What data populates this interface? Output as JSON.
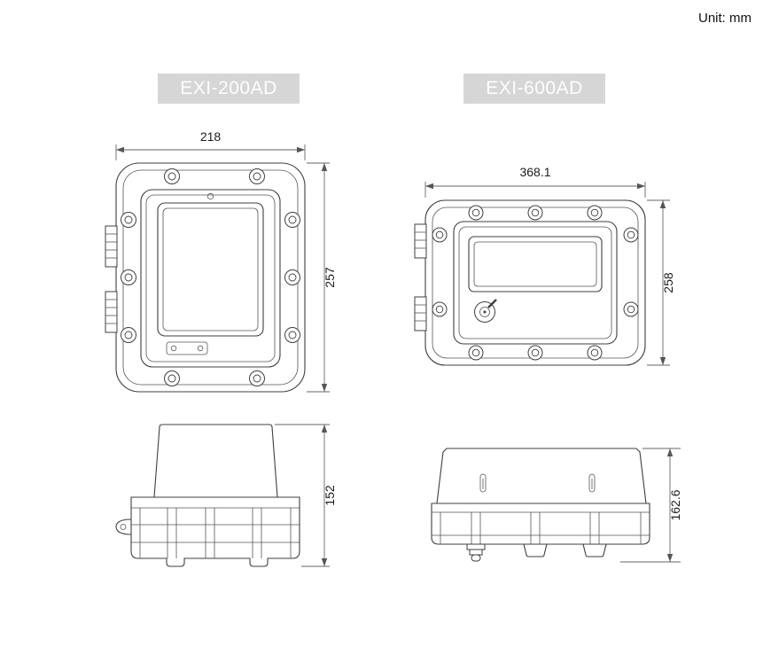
{
  "unit_label": "Unit: mm",
  "colors": {
    "label_bg": "#d6d6d6",
    "label_text": "#fdfdfd",
    "line": "#3f3f3f",
    "dim_line": "#666666"
  },
  "models": [
    {
      "name": "EXI-200AD",
      "front": {
        "width": "218",
        "height": "257"
      },
      "side": {
        "height": "152"
      }
    },
    {
      "name": "EXI-600AD",
      "front": {
        "width": "368.1",
        "height": "258"
      },
      "side": {
        "height": "162.6"
      }
    }
  ]
}
